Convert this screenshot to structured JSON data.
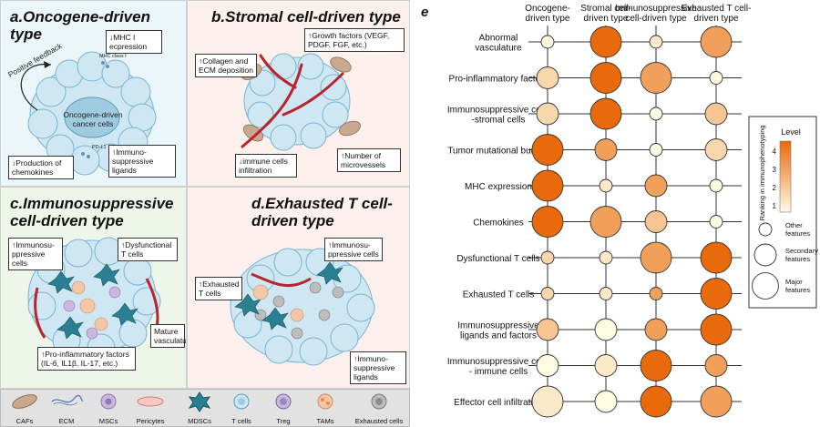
{
  "panels": {
    "a": {
      "title": "a.Oncogene-driven type",
      "core_label": "Oncogene-driven cancer cells",
      "feedback": "Positive feedback",
      "mhc_tag": "MHC class I",
      "pdl1_tag": "PD-L1",
      "callouts": [
        "↓MHC I ecpression",
        "↓Production of chemokines",
        "↑Immuno-suppressive ligands"
      ]
    },
    "b": {
      "title": "b.Stromal cell-driven type",
      "callouts": [
        "↑Growth factors (VEGF, PDGF, FGF, etc.)",
        "↑Collagen and ECM deposition",
        "↓immune cells infiltration",
        "↑Number of microvessels"
      ]
    },
    "c": {
      "title": "c.Immunosuppressive cell-driven type",
      "callouts": [
        "↑Immunosu-ppressive cells",
        "↑Dysfunctional T cells",
        "↑Pro-inflammatory factors (IL-6, IL1β, IL-17, etc.)",
        "Mature vasculature"
      ]
    },
    "d": {
      "title": "d.Exhausted T cell-driven type",
      "callouts": [
        "↑Immunosu-ppressive cells",
        "↑Exhausted T cells",
        "↑Immuno-suppressive ligands"
      ]
    }
  },
  "cell_legend": [
    "CAFs",
    "ECM",
    "MSCs",
    "Pericytes",
    "MDSCs",
    "T cells",
    "Treg",
    "TAMs",
    "Exhausted cells"
  ],
  "matrix": {
    "panel_letter": "e",
    "columns": [
      "Oncogene-driven type",
      "Stromal cell-driven type",
      "Immunosuppressive cell-driven type",
      "Exhausted T cell-driven type"
    ],
    "column_lines": [
      [
        "Oncogene-",
        "driven type"
      ],
      [
        "Stromal cell-",
        "driven type"
      ],
      [
        "Immunosuppressive",
        "cell-driven type"
      ],
      [
        "Exhausted T cell-",
        "driven type"
      ]
    ],
    "rows": [
      {
        "label": [
          "Abnormal",
          "vasculature"
        ],
        "cells": [
          [
            0.5,
            1
          ],
          [
            4.5,
            3
          ],
          [
            1,
            1
          ],
          [
            3,
            3
          ]
        ]
      },
      {
        "label": [
          "Pro-inflammatory factors"
        ],
        "cells": [
          [
            1.5,
            2
          ],
          [
            4.5,
            3
          ],
          [
            3,
            3
          ],
          [
            0.5,
            1
          ]
        ]
      },
      {
        "label": [
          "Immunosuppressive cells",
          "-stromal cells"
        ],
        "cells": [
          [
            1.5,
            2
          ],
          [
            4.5,
            3
          ],
          [
            0.5,
            1
          ],
          [
            2,
            2
          ]
        ]
      },
      {
        "label": [
          "Tumor mutational burden"
        ],
        "cells": [
          [
            4.5,
            3
          ],
          [
            3,
            2
          ],
          [
            0.5,
            1
          ],
          [
            1.5,
            2
          ]
        ]
      },
      {
        "label": [
          "MHC expression"
        ],
        "cells": [
          [
            4.5,
            3
          ],
          [
            1,
            1
          ],
          [
            3,
            2
          ],
          [
            0.5,
            1
          ]
        ]
      },
      {
        "label": [
          "Chemokines"
        ],
        "cells": [
          [
            4.5,
            3
          ],
          [
            3,
            3
          ],
          [
            2,
            2
          ],
          [
            0.5,
            1
          ]
        ]
      },
      {
        "label": [
          "Dysfunctional T cells"
        ],
        "cells": [
          [
            1.5,
            1
          ],
          [
            1,
            1
          ],
          [
            3,
            3
          ],
          [
            4.5,
            3
          ]
        ]
      },
      {
        "label": [
          "Exhausted T cells"
        ],
        "cells": [
          [
            1.5,
            1
          ],
          [
            1,
            1
          ],
          [
            3,
            1
          ],
          [
            4.5,
            3
          ]
        ]
      },
      {
        "label": [
          "Immunosuppressive",
          "ligands and factors"
        ],
        "cells": [
          [
            2,
            2
          ],
          [
            0.5,
            2
          ],
          [
            3,
            2
          ],
          [
            4.5,
            3
          ]
        ]
      },
      {
        "label": [
          "Immunosuppressive cells",
          "- immune cells"
        ],
        "cells": [
          [
            0.5,
            2
          ],
          [
            1,
            2
          ],
          [
            4.5,
            3
          ],
          [
            3,
            2
          ]
        ]
      },
      {
        "label": [
          "Effector cell infiltration"
        ],
        "cells": [
          [
            1,
            3
          ],
          [
            0.5,
            2
          ],
          [
            4.5,
            3
          ],
          [
            3,
            3
          ]
        ]
      }
    ],
    "legend": {
      "title": "Level",
      "axis_label": "Ranking in immunophenotyping",
      "ticks": [
        "1",
        "2",
        "3",
        "4"
      ],
      "size_labels": [
        [
          "Other",
          "features"
        ],
        [
          "Secondary",
          "features"
        ],
        [
          "Major",
          "features"
        ]
      ],
      "color_low": "#fffbe3",
      "color_high": "#e86a0a"
    }
  },
  "colors": {
    "panel_a_bg": "#eaf6f9",
    "panel_b_bg": "#fbf0ec",
    "panel_c_bg": "#eef6e9",
    "panel_d_bg": "#fbf0ee",
    "cell_fill": "#cfe7f3",
    "cell_stroke": "#7ab3cf",
    "core_fill": "#9fcbe0",
    "vessel": "#b8242c",
    "mdsc": "#2b7f93",
    "caf": "#c8a88e"
  }
}
